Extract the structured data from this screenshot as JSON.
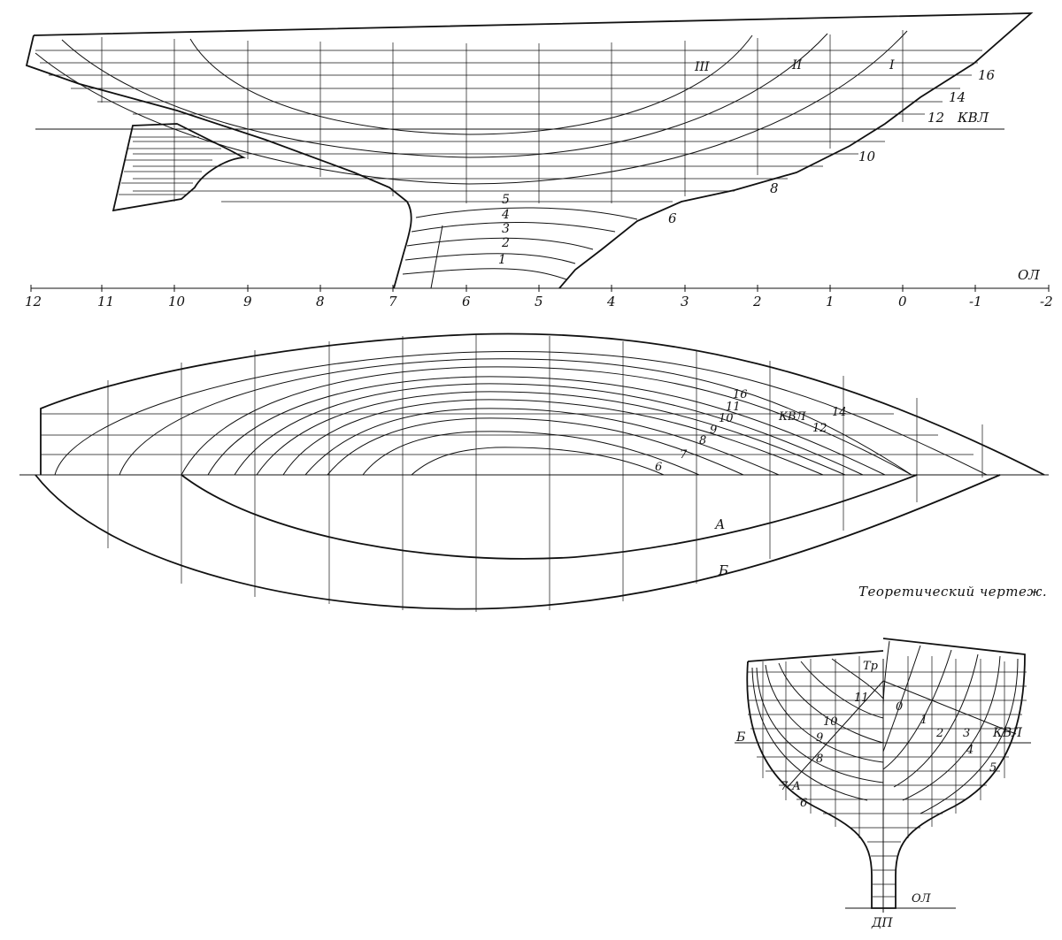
{
  "caption": "Теоретический чертеж.",
  "profile": {
    "frame_numbers": [
      "12",
      "11",
      "10",
      "9",
      "8",
      "7",
      "6",
      "5",
      "4",
      "3",
      "2",
      "1",
      "0",
      "-1",
      "-2"
    ],
    "waterline_labels": [
      "16",
      "14",
      "12",
      "КВЛ",
      "10",
      "8",
      "6"
    ],
    "buttock_labels": [
      "III",
      "II",
      "I"
    ],
    "keel_waterlines": [
      "5",
      "4",
      "3",
      "2",
      "1"
    ],
    "baseline_label": "ОЛ"
  },
  "half_breadth": {
    "waterline_labels": [
      "16",
      "14",
      "12",
      "11",
      "10",
      "9",
      "8",
      "7",
      "6",
      "КВЛ"
    ],
    "diagonal_labels": [
      "А",
      "Б"
    ]
  },
  "body_plan": {
    "labels": [
      "Тр",
      "11",
      "0",
      "1",
      "10",
      "2",
      "3",
      "9",
      "4",
      "8",
      "5",
      "7",
      "А",
      "6",
      "Б",
      "КВЛ",
      "ОЛ",
      "ДП"
    ]
  }
}
